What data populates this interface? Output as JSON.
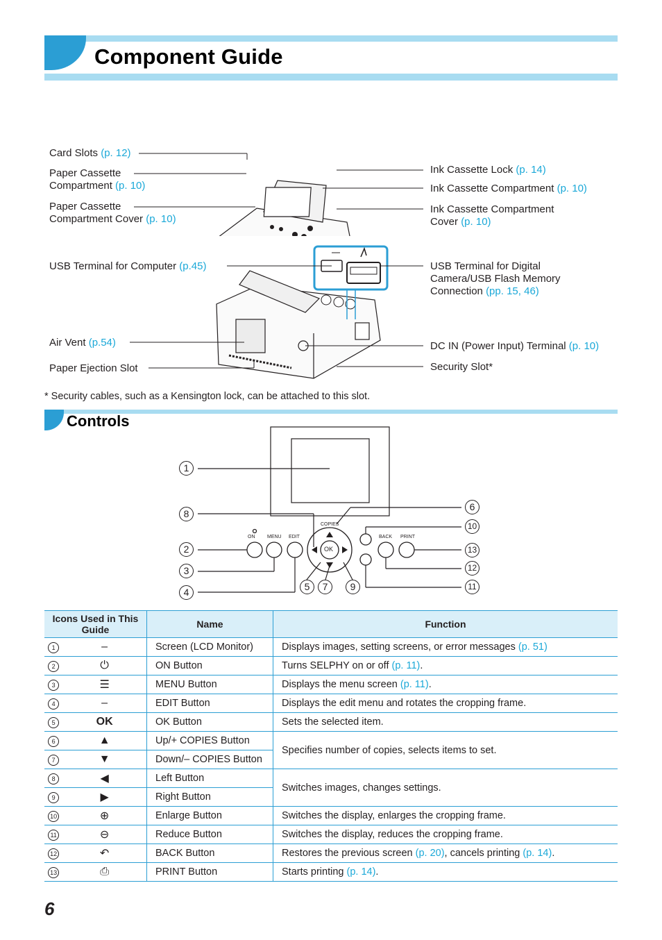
{
  "page": {
    "title": "Component Guide",
    "number": "6",
    "footnote": "* Security cables, such as a Kensington lock, can be attached to this slot."
  },
  "diagram_top": {
    "card_slots": {
      "text": "Card Slots ",
      "ref": "(p. 12)"
    },
    "paper_cassette_compartment": {
      "line1": "Paper Cassette",
      "line2": "Compartment ",
      "ref": "(p. 10)"
    },
    "paper_cassette_cover": {
      "line1": "Paper Cassette",
      "line2": "Compartment Cover ",
      "ref": "(p. 10)"
    },
    "ink_cassette_lock": {
      "text": "Ink Cassette Lock ",
      "ref": "(p. 14)"
    },
    "ink_cassette_compartment": {
      "text": "Ink Cassette Compartment ",
      "ref": "(p. 10)"
    },
    "ink_cassette_cover": {
      "line1": "Ink Cassette Compartment",
      "line2": "Cover ",
      "ref": "(p. 10)"
    }
  },
  "diagram_back": {
    "usb_computer": {
      "text": "USB Terminal for Computer ",
      "ref": "(p.45)"
    },
    "usb_camera": {
      "line1": "USB Terminal for Digital",
      "line2": "Camera/USB Flash Memory",
      "line3": "Connection ",
      "ref": "(pp. 15, 46)"
    },
    "air_vent": {
      "text": "Air Vent ",
      "ref": "(p.54)"
    },
    "dc_in": {
      "text": "DC IN (Power Input) Terminal ",
      "ref": "(p. 10)"
    },
    "paper_ejection": {
      "text": "Paper Ejection Slot"
    },
    "security_slot": {
      "text": "Security Slot*"
    }
  },
  "controls": {
    "heading": "Controls",
    "panel_labels": {
      "on": "ON",
      "menu": "MENU",
      "edit": "EDIT",
      "copies": "COPIES",
      "back": "BACK",
      "print": "PRINT",
      "ok": "OK"
    },
    "callouts": [
      "1",
      "2",
      "3",
      "4",
      "5",
      "6",
      "7",
      "8",
      "9",
      "10",
      "11",
      "12",
      "13"
    ]
  },
  "table": {
    "headers": {
      "icons": "Icons Used in This Guide",
      "name": "Name",
      "function": "Function"
    },
    "rows": [
      {
        "num": "1",
        "icon": "–",
        "icon_name": "dash",
        "name": "Screen (LCD Monitor)",
        "func": "Displays images, setting screens, or error messages ",
        "ref": "(p. 51)",
        "tail": ""
      },
      {
        "num": "2",
        "icon": "⏻",
        "icon_name": "power-icon",
        "name": "ON Button",
        "func": "Turns SELPHY on or off ",
        "ref": "(p. 11)",
        "tail": "."
      },
      {
        "num": "3",
        "icon": "☰",
        "icon_name": "menu-icon",
        "name": "MENU Button",
        "func": "Displays the menu screen ",
        "ref": "(p. 11)",
        "tail": "."
      },
      {
        "num": "4",
        "icon": "–",
        "icon_name": "dash",
        "name": "EDIT Button",
        "func": "Displays the edit menu and rotates the cropping frame.",
        "ref": "",
        "tail": ""
      },
      {
        "num": "5",
        "icon": "OK",
        "icon_name": "ok-icon",
        "name": "OK Button",
        "func": "Sets the selected item.",
        "ref": "",
        "tail": ""
      },
      {
        "num": "6",
        "icon": "▲",
        "icon_name": "up-arrow-icon",
        "name": "Up/+ COPIES Button",
        "func": "Specifies number of copies, selects items to set.",
        "ref": "",
        "tail": ""
      },
      {
        "num": "7",
        "icon": "▼",
        "icon_name": "down-arrow-icon",
        "name": "Down/– COPIES Button",
        "func": "",
        "ref": "",
        "tail": ""
      },
      {
        "num": "8",
        "icon": "◀",
        "icon_name": "left-arrow-icon",
        "name": "Left Button",
        "func": "Switches images, changes settings.",
        "ref": "",
        "tail": ""
      },
      {
        "num": "9",
        "icon": "▶",
        "icon_name": "right-arrow-icon",
        "name": "Right Button",
        "func": "",
        "ref": "",
        "tail": ""
      },
      {
        "num": "10",
        "icon": "⊕",
        "icon_name": "zoom-in-icon",
        "name": "Enlarge Button",
        "func": "Switches the display, enlarges the cropping frame.",
        "ref": "",
        "tail": ""
      },
      {
        "num": "11",
        "icon": "⊖",
        "icon_name": "zoom-out-icon",
        "name": "Reduce Button",
        "func": "Switches the display, reduces the cropping frame.",
        "ref": "",
        "tail": ""
      },
      {
        "num": "12",
        "icon": "↶",
        "icon_name": "back-icon",
        "name": "BACK Button",
        "func": "Restores the previous screen ",
        "ref": "(p. 20)",
        "tail": ", cancels printing ",
        "ref2": "(p. 14)",
        "tail2": "."
      },
      {
        "num": "13",
        "icon": "⎙",
        "icon_name": "print-icon",
        "name": "PRINT Button",
        "func": "Starts printing ",
        "ref": "(p. 14)",
        "tail": "."
      }
    ]
  }
}
